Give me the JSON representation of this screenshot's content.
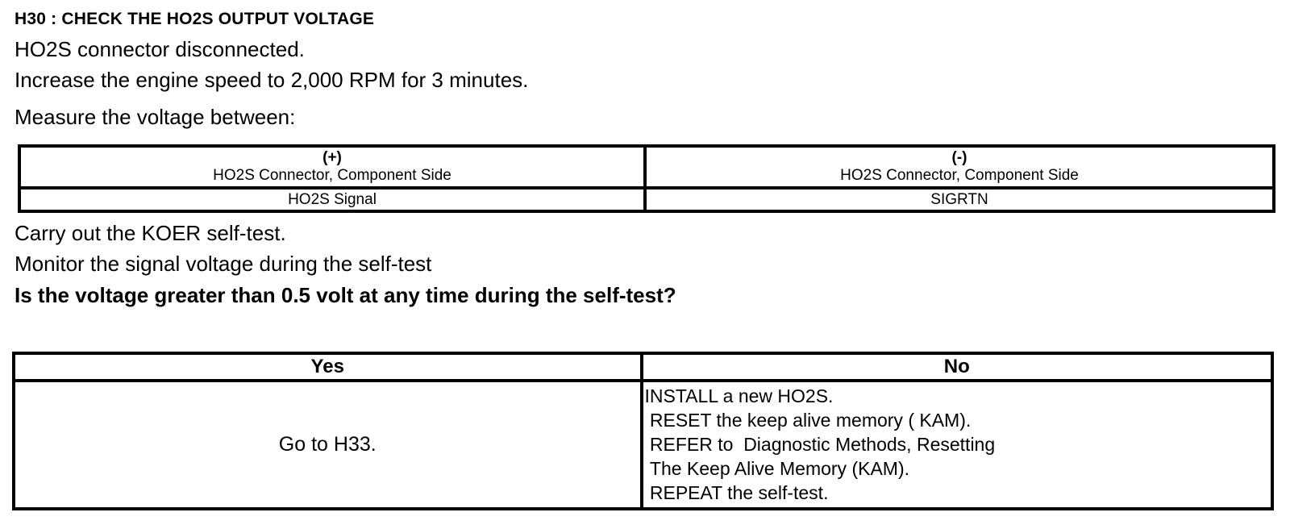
{
  "colors": {
    "text": "#000000",
    "background": "#ffffff",
    "table_border": "#000000"
  },
  "document": {
    "title": "H30 : CHECK THE HO2S OUTPUT VOLTAGE",
    "instructions": [
      "HO2S connector disconnected.",
      "Increase the engine speed to 2,000 RPM for 3 minutes.",
      "Measure the voltage between:"
    ],
    "measurement_table": {
      "positive": {
        "polarity": "(+)",
        "location": "HO2S Connector, Component Side",
        "signal": "HO2S Signal"
      },
      "negative": {
        "polarity": "(-)",
        "location": "HO2S Connector, Component Side",
        "signal": "SIGRTN"
      }
    },
    "post_instructions": [
      "Carry out the KOER self-test.",
      "Monitor the signal voltage during the self-test"
    ],
    "question": "Is the voltage greater than 0.5 volt at any time during the self-test?",
    "decision_table": {
      "yes_header": "Yes",
      "no_header": "No",
      "yes_action": "Go to H33.",
      "no_actions": [
        "INSTALL a new HO2S.",
        " RESET the keep alive memory ( KAM).",
        " REFER to  Diagnostic Methods, Resetting",
        " The Keep Alive Memory (KAM).",
        " REPEAT the self-test."
      ]
    }
  }
}
